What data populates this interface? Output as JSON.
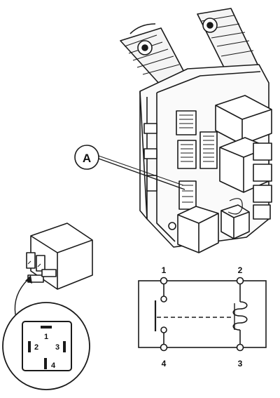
{
  "callout": {
    "label": "A"
  },
  "relay_pinout": {
    "pins": [
      {
        "label": "1"
      },
      {
        "label": "2"
      },
      {
        "label": "3"
      },
      {
        "label": "4"
      }
    ]
  },
  "schematic": {
    "terminals": [
      {
        "label": "1"
      },
      {
        "label": "2"
      },
      {
        "label": "4"
      },
      {
        "label": "3"
      }
    ]
  },
  "colors": {
    "ink": "#1a1a1a",
    "paper": "#ffffff",
    "shade": "#d9d9d9"
  }
}
